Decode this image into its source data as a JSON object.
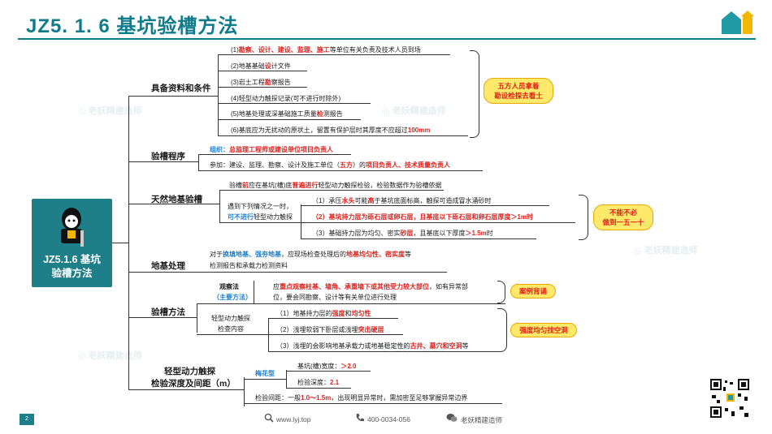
{
  "header": {
    "title": "JZ5. 1. 6  基坑验槽方法"
  },
  "center_node": {
    "label_line1": "JZ5.1.6 基坑",
    "label_line2": "验槽方法"
  },
  "branches": {
    "conditions": {
      "label": "具备资料和条件",
      "items": [
        {
          "pre": "(1)",
          "red": "勘察、设计、建设、监理、施工",
          "post": "等单位有关负责及技术人员到场"
        },
        {
          "pre": "(2)地基基础",
          "red": "设",
          "post": "计文件"
        },
        {
          "pre": "(3)岩土工程",
          "red": "勘",
          "post": "察报告"
        },
        {
          "pre": "(4)轻型动力触探记录(可不进行时除外)",
          "red": "",
          "post": ""
        },
        {
          "pre": "(5)地基处理或深基础施工质量",
          "red": "检",
          "post": "测报告"
        },
        {
          "pre": "(6)基底应为无扰动的原状土，留置有保护层时其厚度不应超过",
          "red": "100mm",
          "post": ""
        }
      ],
      "note_line1": "五方人员拿着",
      "note_line2": "勘设检探去看土"
    },
    "procedure": {
      "label": "验槽程序",
      "organize_key": "组织：",
      "organize_value": "总监理工程师或建设单位项目负责人",
      "attend_pre": "参加：建设、监理、勘察、设计及施工单位（",
      "attend_red1": "五方",
      "attend_mid": "）的",
      "attend_red2": "项目负责人、技术质量负责人"
    },
    "natural": {
      "label": "天然地基验槽",
      "intro_pre": "验槽",
      "intro_red1": "前",
      "intro_mid": "应在基坑(槽)底",
      "intro_red2": "普遍进行",
      "intro_post": "轻型动力触探检验，检验数据作为验槽依据",
      "cond_line1": "遇到下列情况之一时，",
      "cond_line2_blue": "可不进行",
      "cond_line2_post": "轻型动力触探",
      "cases": [
        {
          "pre": "（1）承压",
          "red1": "水头",
          "mid": "可能",
          "red2": "高",
          "post": "于基坑底面标高，触探可造成冒水涌砂时"
        },
        {
          "pre": "（2）基坑持力层为砾石层或卵石层，且基底以下砾石层和卵石层厚度＞1m时",
          "red1": "",
          "mid": "",
          "red2": "",
          "post": ""
        },
        {
          "pre": "（3）基础持力层为均匀、密实",
          "red1": "砂层",
          "mid": "，且基底以下厚度",
          "red2": "＞1.5m",
          "post": "时"
        }
      ],
      "note_line1": "不能不必",
      "note_line2": "做到一五一十"
    },
    "treatment": {
      "label": "地基处理",
      "line1_pre": "对于",
      "line1_blue": "换填地基、强夯地基",
      "line1_mid": "，应现场检查处理后的",
      "line1_red": "地基均匀性、密实度",
      "line1_post": "等",
      "line2": "检测报告和承载力检测资料"
    },
    "method": {
      "label": "验槽方法",
      "observe_label1": "观察法",
      "observe_label2": "（主要方法）",
      "observe_pre": "应",
      "observe_red": "重点观察柱基、墙角、承重墙下或其他受力较大部位",
      "observe_post": "，如有异常部",
      "observe_line2": "位，要会同勘察、设计等有关单位进行处理",
      "probe_label1": "轻型动力触探",
      "probe_label2": "检查内容",
      "probe_items": [
        {
          "pre": "（1）地基持力层的",
          "red": "强度",
          "mid": "和",
          "red2": "均匀性",
          "post": ""
        },
        {
          "pre": "（2）浅埋软弱下卧层或浅埋",
          "red": "突出硬层",
          "mid": "",
          "red2": "",
          "post": ""
        },
        {
          "pre": "（3）浅埋的会影响地基承载力或地基稳定性的",
          "red": "古井、墓穴和空洞",
          "mid": "",
          "red2": "",
          "post": "等"
        }
      ],
      "note1": "案例背诵",
      "note2": "强度均匀找空洞"
    },
    "probe": {
      "label_line1": "轻型动力触探",
      "label_line2": "检验深度及间距（m）",
      "plum_label": "梅花型",
      "width_pre": "基坑(槽)宽度：",
      "width_red": "＞2.0",
      "depth_pre": "检验深度：",
      "depth_red": "2.1",
      "spacing_pre": "检验间距：一般",
      "spacing_red": "1.0～1.5m",
      "spacing_post": "，出现明显异常时，需加密至足够掌握异常边界"
    }
  },
  "footer": {
    "page": "2",
    "website": "www.lyj.top",
    "phone": "400-0034-056",
    "wechat": "老妖精建造师"
  },
  "colors": {
    "accent": "#0f7c8c",
    "red": "#e0201c",
    "blue": "#1a7fd0",
    "note_fill": "#ffe96a"
  }
}
